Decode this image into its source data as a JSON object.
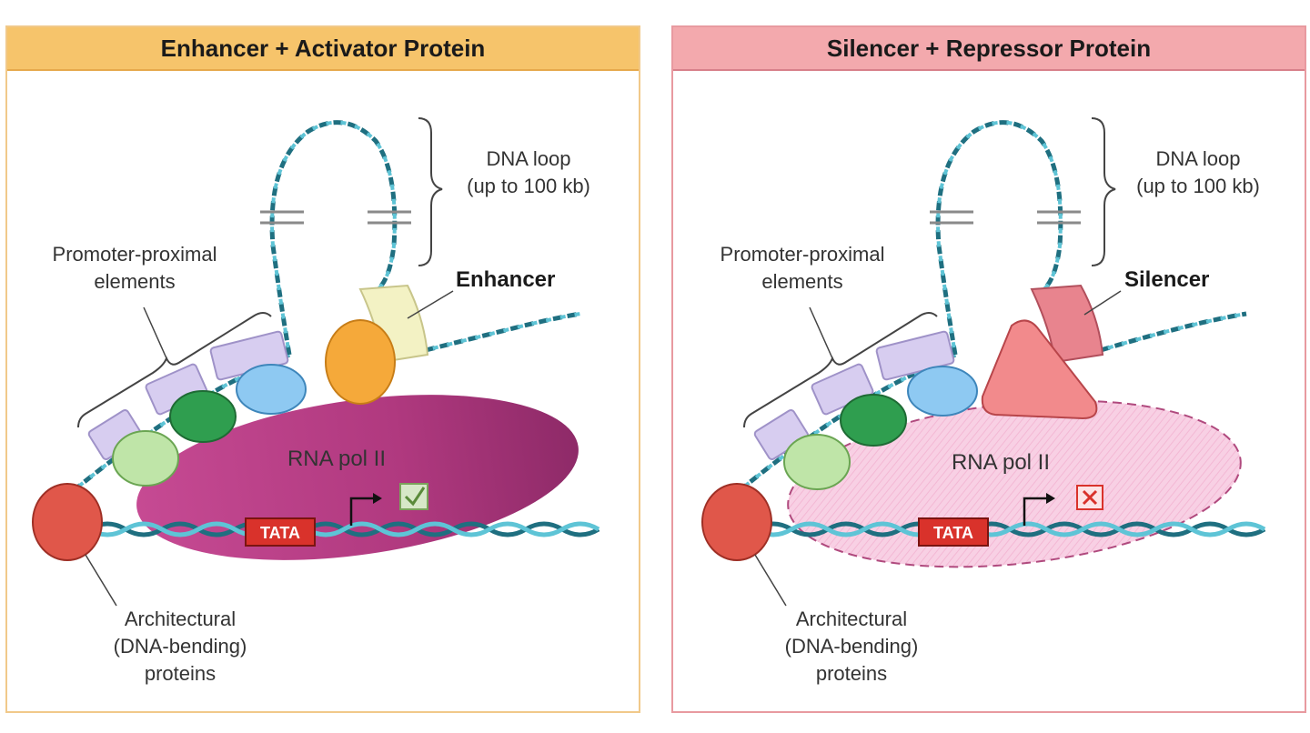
{
  "panels": [
    {
      "title": "Enhancer + Activator Protein",
      "loop_label_1": "DNA loop",
      "loop_label_2": "(up to 100 kb)",
      "ppe_label_1": "Promoter-proximal",
      "ppe_label_2": "elements",
      "element_label": "Enhancer",
      "rna_pol_label": "RNA pol II",
      "tata_label": "TATA",
      "arch_label_1": "Architectural",
      "arch_label_2": "(DNA-bending)",
      "arch_label_3": "proteins",
      "status_icon": "check-icon"
    },
    {
      "title": "Silencer + Repressor Protein",
      "loop_label_1": "DNA loop",
      "loop_label_2": "(up to 100 kb)",
      "ppe_label_1": "Promoter-proximal",
      "ppe_label_2": "elements",
      "element_label": "Silencer",
      "rna_pol_label": "RNA pol II",
      "tata_label": "TATA",
      "arch_label_1": "Architectural",
      "arch_label_2": "(DNA-bending)",
      "arch_label_3": "proteins",
      "status_icon": "cross-icon"
    }
  ],
  "colors": {
    "dna": "#3aa6b9",
    "rna_pol_active": "#b0397f",
    "rna_pol_inactive": "#f6c3de",
    "activator": "#f5a93a",
    "repressor": "#f28a8c",
    "enhancer_block": "#f3f2c4",
    "silencer_block": "#e8848e",
    "ppe_block": "#d7cdf0",
    "architectural": "#e0574a",
    "tata": "#d9322b",
    "blue_factor": "#8ec9f2",
    "green_dark": "#2f9e4f",
    "green_light": "#bfe5a8"
  }
}
